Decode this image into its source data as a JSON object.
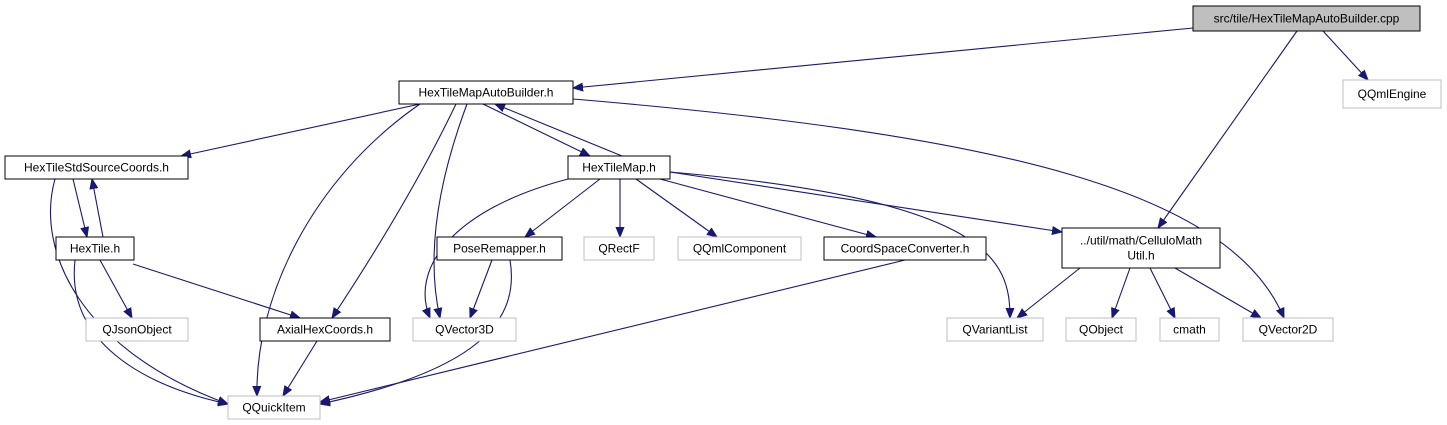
{
  "title": "src/tile/HexTileMapAutoBuilder.cpp",
  "colors": {
    "edge": "#191970",
    "root_fill": "#bfbfbf",
    "internal_border": "#000000",
    "external_border": "#bfbfbf"
  },
  "nodes": [
    {
      "id": "root",
      "lines": [
        "src/tile/HexTileMapAutoBuilder.cpp"
      ],
      "kind": "root"
    },
    {
      "id": "qqmlengine",
      "lines": [
        "QQmlEngine"
      ],
      "kind": "external"
    },
    {
      "id": "hextilemapautobuilder_h",
      "lines": [
        "HexTileMapAutoBuilder.h"
      ],
      "kind": "internal"
    },
    {
      "id": "hextilestdsourcecoords_h",
      "lines": [
        "HexTileStdSourceCoords.h"
      ],
      "kind": "internal"
    },
    {
      "id": "hextilemap_h",
      "lines": [
        "HexTileMap.h"
      ],
      "kind": "internal"
    },
    {
      "id": "hextile_h",
      "lines": [
        "HexTile.h"
      ],
      "kind": "internal"
    },
    {
      "id": "poseremapper_h",
      "lines": [
        "PoseRemapper.h"
      ],
      "kind": "internal"
    },
    {
      "id": "qrectf",
      "lines": [
        "QRectF"
      ],
      "kind": "external"
    },
    {
      "id": "qqmlcomponent",
      "lines": [
        "QQmlComponent"
      ],
      "kind": "external"
    },
    {
      "id": "coordspaceconverter_h",
      "lines": [
        "CoordSpaceConverter.h"
      ],
      "kind": "internal"
    },
    {
      "id": "cellulomathutil_h",
      "lines": [
        "../util/math/CelluloMath",
        "Util.h"
      ],
      "kind": "internal"
    },
    {
      "id": "qjsonobject",
      "lines": [
        "QJsonObject"
      ],
      "kind": "external"
    },
    {
      "id": "axialhexcoords_h",
      "lines": [
        "AxialHexCoords.h"
      ],
      "kind": "internal"
    },
    {
      "id": "qvector3d",
      "lines": [
        "QVector3D"
      ],
      "kind": "external"
    },
    {
      "id": "qvariantlist",
      "lines": [
        "QVariantList"
      ],
      "kind": "external"
    },
    {
      "id": "qobject",
      "lines": [
        "QObject"
      ],
      "kind": "external"
    },
    {
      "id": "cmath",
      "lines": [
        "cmath"
      ],
      "kind": "external"
    },
    {
      "id": "qvector2d",
      "lines": [
        "QVector2D"
      ],
      "kind": "external"
    },
    {
      "id": "qquickitem",
      "lines": [
        "QQuickItem"
      ],
      "kind": "external"
    }
  ],
  "edges": [
    {
      "from": "root",
      "to": "hextilemapautobuilder_h"
    },
    {
      "from": "root",
      "to": "qqmlengine"
    },
    {
      "from": "root",
      "to": "cellulomathutil_h"
    },
    {
      "from": "hextilemapautobuilder_h",
      "to": "hextilestdsourcecoords_h"
    },
    {
      "from": "hextilemapautobuilder_h",
      "to": "hextilemap_h"
    },
    {
      "from": "hextilemapautobuilder_h",
      "to": "qquickitem"
    },
    {
      "from": "hextilemapautobuilder_h",
      "to": "axialhexcoords_h"
    },
    {
      "from": "hextilemapautobuilder_h",
      "to": "qvector3d"
    },
    {
      "from": "hextilemapautobuilder_h",
      "to": "qvector2d"
    },
    {
      "from": "hextilemap_h",
      "to": "hextilemapautobuilder_h"
    },
    {
      "from": "hextilestdsourcecoords_h",
      "to": "hextile_h"
    },
    {
      "from": "hextilestdsourcecoords_h",
      "to": "qquickitem"
    },
    {
      "from": "hextile_h",
      "to": "hextilestdsourcecoords_h"
    },
    {
      "from": "hextile_h",
      "to": "qjsonobject"
    },
    {
      "from": "hextile_h",
      "to": "axialhexcoords_h"
    },
    {
      "from": "hextile_h",
      "to": "qquickitem"
    },
    {
      "from": "hextilemap_h",
      "to": "poseremapper_h"
    },
    {
      "from": "hextilemap_h",
      "to": "qrectf"
    },
    {
      "from": "hextilemap_h",
      "to": "qqmlcomponent"
    },
    {
      "from": "hextilemap_h",
      "to": "coordspaceconverter_h"
    },
    {
      "from": "hextilemap_h",
      "to": "cellulomathutil_h"
    },
    {
      "from": "hextilemap_h",
      "to": "qvector3d"
    },
    {
      "from": "hextilemap_h",
      "to": "qvariantlist"
    },
    {
      "from": "poseremapper_h",
      "to": "qvector3d"
    },
    {
      "from": "poseremapper_h",
      "to": "qquickitem"
    },
    {
      "from": "coordspaceconverter_h",
      "to": "qquickitem"
    },
    {
      "from": "axialhexcoords_h",
      "to": "qquickitem"
    },
    {
      "from": "cellulomathutil_h",
      "to": "qvariantlist"
    },
    {
      "from": "cellulomathutil_h",
      "to": "qobject"
    },
    {
      "from": "cellulomathutil_h",
      "to": "cmath"
    },
    {
      "from": "cellulomathutil_h",
      "to": "qvector2d"
    }
  ]
}
